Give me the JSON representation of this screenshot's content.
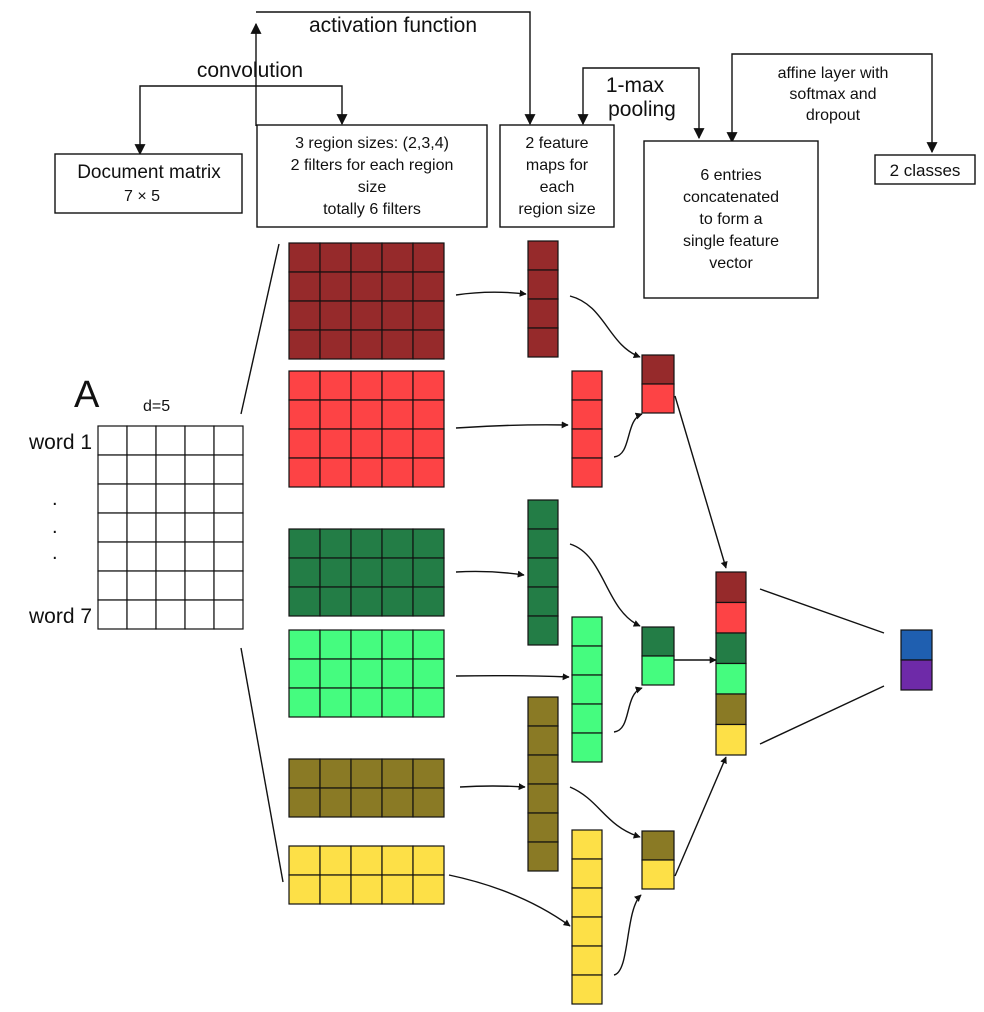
{
  "labels": {
    "activation": "activation function",
    "convolution": "convolution",
    "pooling_1": "1-max",
    "pooling_2": "pooling",
    "affine_1": "affine layer with",
    "affine_2": "softmax and",
    "affine_3": "dropout",
    "sentence_letter": "A",
    "dim": "d=5",
    "word_first": "word 1",
    "word_last": "word 7",
    "dot": "."
  },
  "boxes": {
    "document_matrix": [
      "Document matrix",
      "7 × 5"
    ],
    "region_sizes": [
      "3 region sizes: (2,3,4)",
      "2 filters for each region",
      "size",
      "totally 6 filters"
    ],
    "feature_maps": [
      "2 feature",
      "maps for",
      "each",
      "region size"
    ],
    "concatenated": [
      "6 entries",
      "concatenated",
      "to form a",
      "single feature",
      "vector"
    ],
    "classes": [
      "2 classes"
    ]
  },
  "colors": {
    "dark_red": "#962a2b",
    "red": "#fd4345",
    "dark_green": "#237d46",
    "light_green": "#45fc7f",
    "olive": "#8a7a25",
    "yellow": "#fde047",
    "blue": "#1f5fb0",
    "purple": "#6e2aa8",
    "stroke": "#111111",
    "background": "#ffffff"
  },
  "sentence_matrix": {
    "rows": 7,
    "cols": 5
  },
  "filters": [
    {
      "color": "dark_red",
      "rows": 4,
      "cols": 5,
      "map_len": 4
    },
    {
      "color": "red",
      "rows": 4,
      "cols": 5,
      "map_len": 4
    },
    {
      "color": "dark_green",
      "rows": 3,
      "cols": 5,
      "map_len": 5
    },
    {
      "color": "light_green",
      "rows": 3,
      "cols": 5,
      "map_len": 5
    },
    {
      "color": "olive",
      "rows": 2,
      "cols": 5,
      "map_len": 6
    },
    {
      "color": "yellow",
      "rows": 2,
      "cols": 5,
      "map_len": 6
    }
  ],
  "pooled_pairs": [
    [
      "dark_red",
      "red"
    ],
    [
      "dark_green",
      "light_green"
    ],
    [
      "olive",
      "yellow"
    ]
  ],
  "concat_vector": [
    "dark_red",
    "red",
    "dark_green",
    "light_green",
    "olive",
    "yellow"
  ],
  "output_classes": [
    "blue",
    "purple"
  ]
}
